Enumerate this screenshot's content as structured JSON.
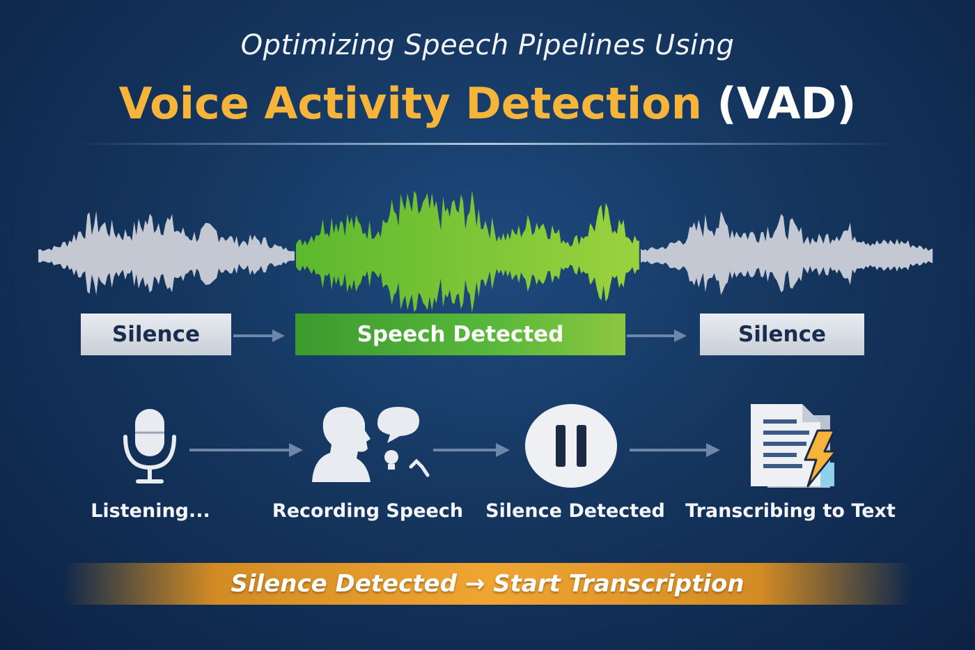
{
  "title": {
    "line1": "Optimizing Speech Pipelines Using",
    "highlight": "Voice Activity Detection",
    "suffix": "(VAD)"
  },
  "segments": [
    {
      "label": "Silence",
      "kind": "silence"
    },
    {
      "label": "Speech Detected",
      "kind": "speech"
    },
    {
      "label": "Silence",
      "kind": "silence"
    }
  ],
  "steps": [
    {
      "label": "Listening...",
      "icon": "microphone-icon"
    },
    {
      "label": "Recording Speech",
      "icon": "person-speaking-icon"
    },
    {
      "label": "Silence Detected",
      "icon": "pause-icon"
    },
    {
      "label": "Transcribing to Text",
      "icon": "document-lightning-icon"
    }
  ],
  "banner": {
    "text": "Silence Detected → Start Transcription"
  },
  "colors": {
    "accent": "#f6b53a",
    "speech_green": "#6cc13a",
    "silence_gray": "#c9ced8",
    "banner_orange": "#f0a531",
    "navy": "#15365f"
  }
}
